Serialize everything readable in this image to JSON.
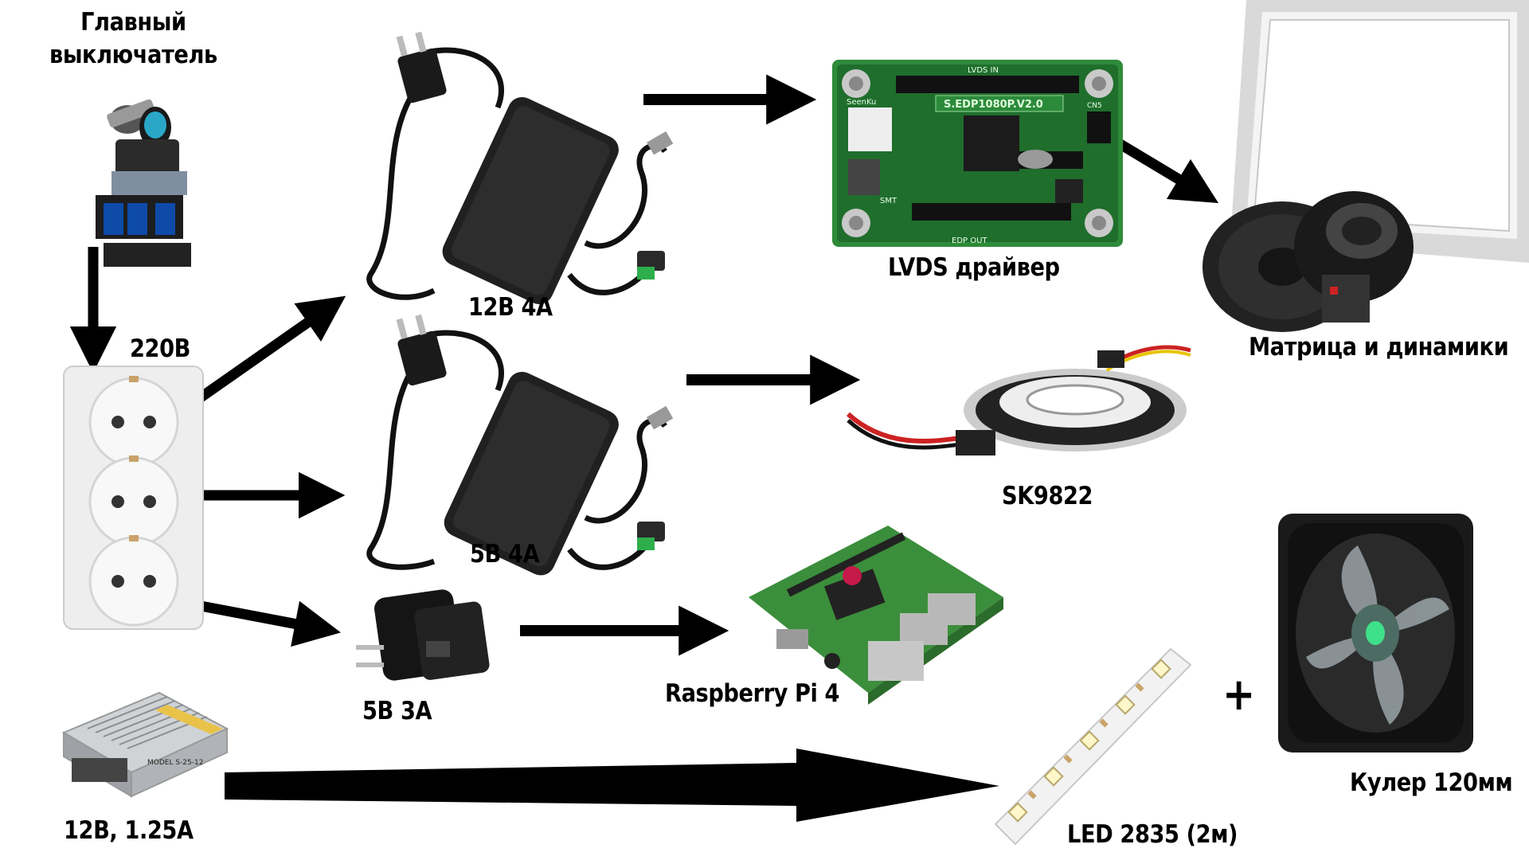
{
  "labels": {
    "main_switch": "Главный\nвыключатель",
    "voltage_220": "220В",
    "psu_12v_4a": "12В 4А",
    "psu_5v_4a": "5В 4А",
    "charger_5v_3a": "5В 3А",
    "psu_12v_125a": "12В, 1.25А",
    "lvds_driver": "LVDS драйвер",
    "matrix_speakers": "Матрица и динамики",
    "sk9822": "SK9822",
    "raspberry_pi": "Raspberry Pi 4",
    "led_2835": "LED 2835 (2м)",
    "cooler": "Кулер 120мм",
    "plus": "+"
  },
  "board_text": {
    "lvds_in": "LVDS IN",
    "model": "S.EDP1080P.V2.0",
    "seenku": "SeenKu",
    "smt": "SMT",
    "edp_out": "EDP OUT",
    "cn5": "CN5"
  },
  "psu_text": {
    "model": "MODEL S-25-12"
  },
  "colors": {
    "arrow": "#000000",
    "pcb_green": "#2e8b3a",
    "pcb_dark": "#1f6e2c",
    "rpi_green": "#3b8e3b",
    "socket_white": "#f2f2f2",
    "led_yellow": "#fff7c9",
    "fan_frame": "#1a1a1a",
    "cable_red": "#cc2222"
  }
}
